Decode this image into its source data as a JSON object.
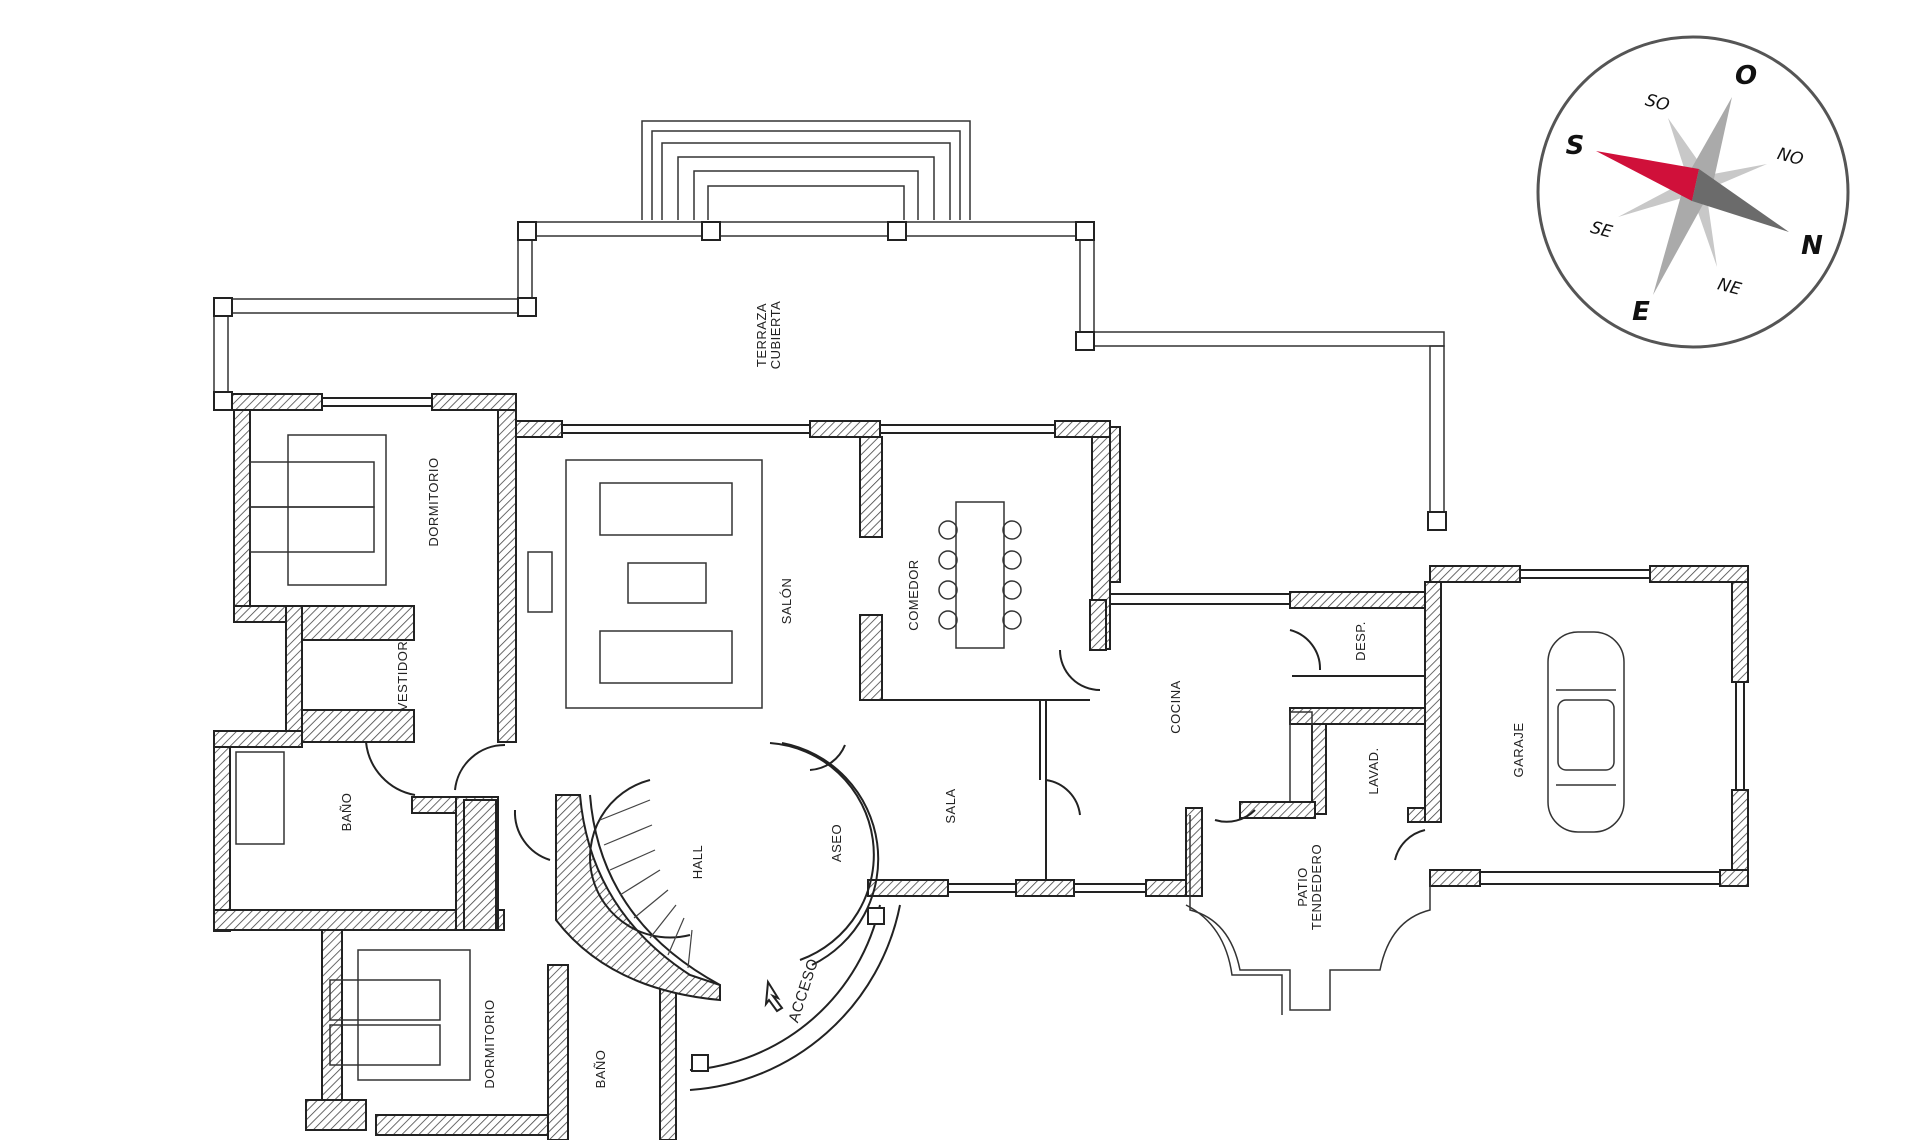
{
  "plan": {
    "rooms": {
      "terraza_line1": "TERRAZA",
      "terraza_line2": "CUBIERTA",
      "dormitorio_top": "DORMITORIO",
      "vestidor": "VESTIDOR",
      "salon": "SALÓN",
      "comedor": "COMEDOR",
      "cocina": "COCINA",
      "desp": "DESP.",
      "lavad": "LAVAD.",
      "garaje": "GARAJE",
      "patio_line1": "PATIO",
      "patio_line2": "TENDEDERO",
      "sala": "SALA",
      "hall": "HALL",
      "aseo": "ASEO",
      "bano_left": "BAÑO",
      "dormitorio_bottom": "DORMITORIO",
      "bano_bottom": "BAÑO",
      "acceso": "ACCESO"
    }
  },
  "compass": {
    "north": "N",
    "south": "S",
    "east": "E",
    "west": "O",
    "northeast": "NE",
    "northwest": "NO",
    "southeast": "SE",
    "southwest": "SO",
    "needle_south_color": "#d0103a",
    "needle_north_color": "#6b6b6b",
    "star_color": "#b8b8b8"
  }
}
